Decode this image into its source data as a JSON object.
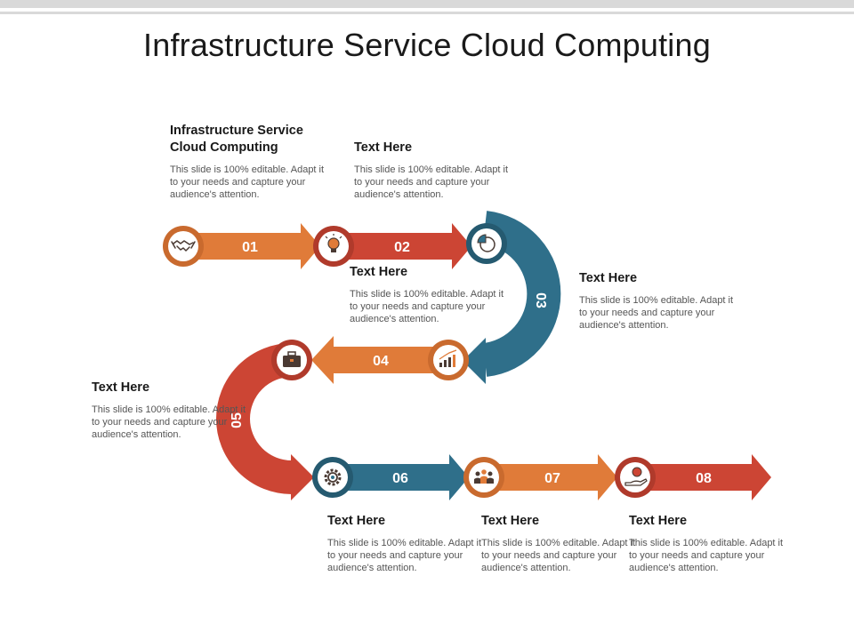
{
  "title": "Infrastructure Service Cloud Computing",
  "colors": {
    "orange": "#e07b39",
    "red": "#cc4534",
    "teal": "#2f6f8a",
    "teal_dark": "#255a70",
    "red_dark": "#b03a2b",
    "orange_dark": "#c96a2e"
  },
  "steps": [
    {
      "number": "01",
      "icon": "handshake-icon",
      "heading": "Infrastructure Service Cloud Computing",
      "body": "This slide is 100% editable. Adapt it to your needs and capture your audience's attention."
    },
    {
      "number": "02",
      "icon": "lightbulb-icon",
      "heading": "Text Here",
      "body": "This slide is 100% editable. Adapt it to your needs and capture your audience's attention."
    },
    {
      "number": "03",
      "icon": "pie-chart-icon",
      "heading": "Text Here",
      "body": "This slide is 100% editable. Adapt it to your needs and capture your audience's attention."
    },
    {
      "number": "04",
      "icon": "growth-chart-icon",
      "heading": "Text Here",
      "body": "This slide is 100% editable. Adapt it to your needs and capture your audience's attention."
    },
    {
      "number": "05",
      "icon": "briefcase-icon",
      "heading": "Text Here",
      "body": "This slide is 100% editable. Adapt it to your needs and capture your audience's attention."
    },
    {
      "number": "06",
      "icon": "gear-icon",
      "heading": "Text Here",
      "body": "This slide is 100% editable. Adapt it to your needs and capture your audience's attention."
    },
    {
      "number": "07",
      "icon": "team-icon",
      "heading": "Text Here",
      "body": "This slide is 100% editable. Adapt it to your needs and capture your audience's attention."
    },
    {
      "number": "08",
      "icon": "hand-money-icon",
      "heading": "Text Here",
      "body": "This slide is 100% editable. Adapt it to your needs and capture your audience's attention."
    }
  ]
}
